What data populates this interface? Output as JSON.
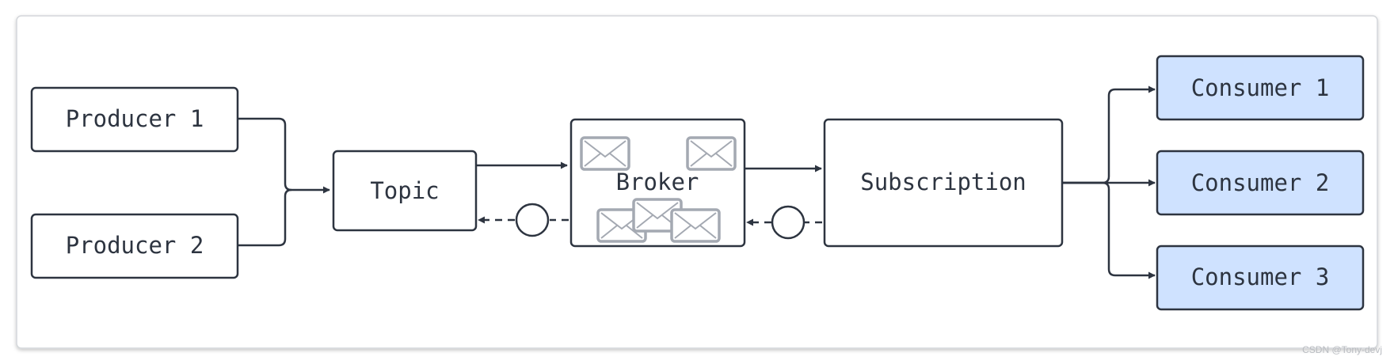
{
  "nodes": {
    "producer_1": "Producer 1",
    "producer_2": "Producer 2",
    "topic": "Topic",
    "broker": "Broker",
    "subscription": "Subscription",
    "consumer_1": "Consumer 1",
    "consumer_2": "Consumer 2",
    "consumer_3": "Consumer 3"
  },
  "watermark": "CSDN @Tony-devj",
  "colors": {
    "stroke": "#2d3440",
    "consumer_fill": "#cfe2ff",
    "envelope": "#a4a9b2",
    "frame": "#c9ccd1"
  },
  "icons": {
    "message": "envelope-icon",
    "acknowledgement": "circle-icon"
  }
}
